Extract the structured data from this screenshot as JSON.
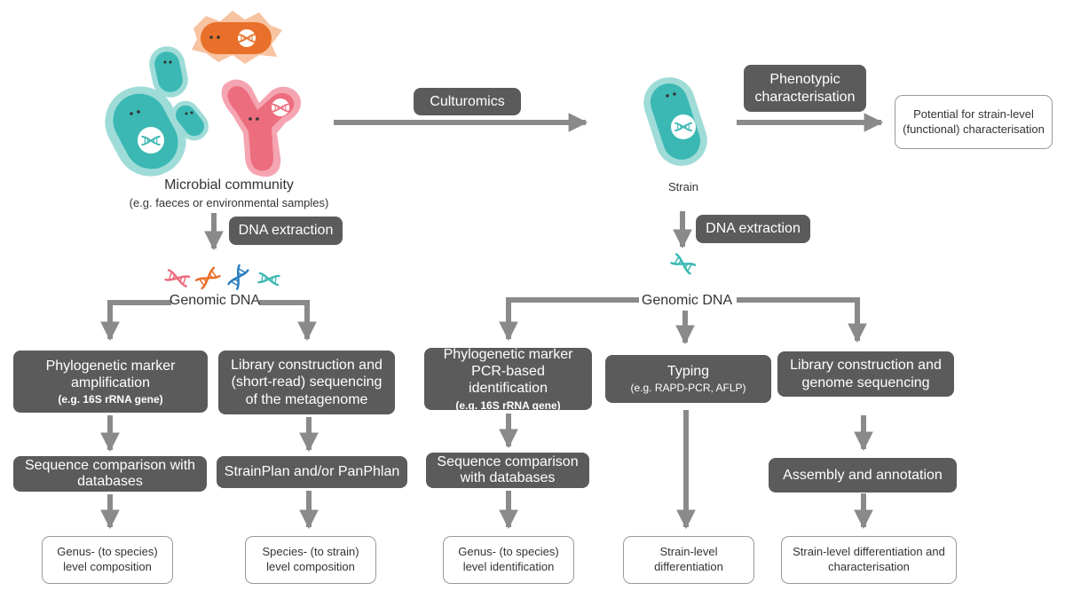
{
  "colors": {
    "box_dark": "#5b5b5b",
    "arrow": "#8a8a8a",
    "teal": "#3bb8b4",
    "orange": "#e8702a",
    "pink": "#ec6d7d",
    "blue": "#2a7fbf"
  },
  "icons": [
    "microbe-icon",
    "dna-icon"
  ],
  "top": {
    "community_label": "Microbial community",
    "community_sublabel": "(e.g. faeces or environmental samples)",
    "culturomics": "Culturomics",
    "strain_label": "Strain",
    "phenotypic": "Phenotypic characterisation",
    "potential": "Potential for strain-level (functional) characterisation"
  },
  "left": {
    "dna_extraction": "DNA extraction",
    "genomic_dna": "Genomic DNA",
    "phylo_title": "Phylogenetic marker amplification",
    "phylo_sub": "(e.g. 16S rRNA gene)",
    "library_title": "Library construction and (short-read) sequencing of the metagenome",
    "seq_comparison": "Sequence comparison with databases",
    "strainplan": "StrainPlan and/or PanPhlan",
    "genus_result": "Genus- (to species) level composition",
    "species_result": "Species- (to strain) level composition"
  },
  "right": {
    "dna_extraction": "DNA extraction",
    "genomic_dna": "Genomic DNA",
    "phylo_title": "Phylogenetic marker PCR-based identification",
    "phylo_sub": "(e.g. 16S rRNA gene)",
    "typing_title": "Typing",
    "typing_sub": "(e.g. RAPD-PCR, AFLP)",
    "library_title": "Library construction and genome sequencing",
    "seq_comparison": "Sequence comparison with databases",
    "assembly": "Assembly and annotation",
    "genus_result": "Genus- (to species) level identification",
    "strain_diff": "Strain-level differentiation",
    "strain_diff_char": "Strain-level differentiation and characterisation"
  }
}
